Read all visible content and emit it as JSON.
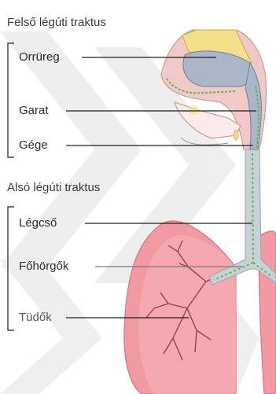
{
  "diagram": {
    "upper_tract": {
      "title": "Felső légúti traktus",
      "labels": [
        "Orrüreg",
        "Garat",
        "Gége"
      ]
    },
    "lower_tract": {
      "title": "Alsó légúti traktus",
      "labels": [
        "Légcső",
        "Főhörgők",
        "Tüdők"
      ]
    },
    "colors": {
      "watermark": "#ececec",
      "nasal_cavity": "#a9b7c9",
      "bone_yellow": "#f4e08a",
      "tissue_pink": "#f1c9c6",
      "airway_green": "#5cb85c",
      "lung_fill": "#ef8f98",
      "lung_light": "#f6b6bc",
      "trachea_gray": "#b9c4c9",
      "line_black": "#1e1e1e"
    }
  }
}
